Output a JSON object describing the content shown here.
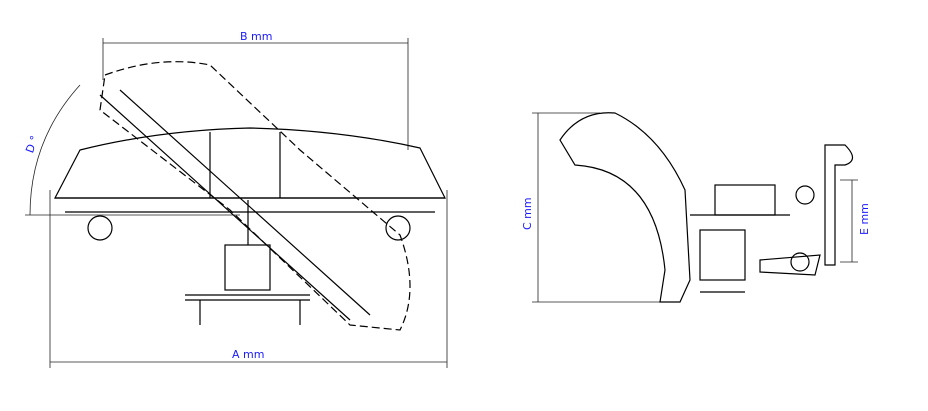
{
  "drawing": {
    "colors": {
      "label": "#1a1aff",
      "line": "#000000"
    },
    "top_view": {
      "dimension_a": "A mm",
      "dimension_b": "B mm",
      "dimension_d": "D °"
    },
    "side_view": {
      "dimension_c": "C mm",
      "dimension_e": "E mm"
    }
  }
}
